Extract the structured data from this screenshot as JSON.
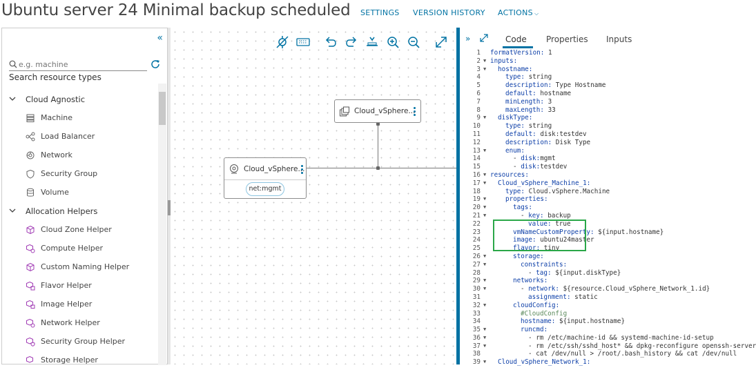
{
  "header": {
    "title": "Ubuntu server 24 Minimal backup scheduled",
    "links": {
      "settings": "SETTINGS",
      "version_history": "VERSION HISTORY",
      "actions": "ACTIONS"
    }
  },
  "left_panel": {
    "search": {
      "placeholder": "e.g. machine",
      "label": "Search resource types"
    },
    "groups": [
      {
        "label": "Cloud Agnostic",
        "items": [
          "Machine",
          "Load Balancer",
          "Network",
          "Security Group",
          "Volume"
        ]
      },
      {
        "label": "Allocation Helpers",
        "items": [
          "Cloud Zone Helper",
          "Compute Helper",
          "Custom Naming Helper",
          "Flavor Helper",
          "Image Helper",
          "Network Helper",
          "Security Group Helper",
          "Storage Helper"
        ]
      }
    ]
  },
  "canvas": {
    "network_node": {
      "title": "Cloud_vSphere..."
    },
    "machine_node": {
      "title": "Cloud_vSphere...",
      "network_tag": "net:mgmt"
    }
  },
  "right_panel": {
    "tabs": [
      "Code",
      "Properties",
      "Inputs"
    ],
    "active_tab": "Code",
    "code_lines": [
      {
        "n": "1",
        "fold": false,
        "i": 0,
        "t": "formatVersion: 1"
      },
      {
        "n": "2",
        "fold": true,
        "i": 0,
        "t": "inputs:"
      },
      {
        "n": "3",
        "fold": true,
        "i": 1,
        "t": "hostname:"
      },
      {
        "n": "4",
        "fold": false,
        "i": 2,
        "t": "type: string"
      },
      {
        "n": "5",
        "fold": false,
        "i": 2,
        "t": "description: Type Hostname"
      },
      {
        "n": "6",
        "fold": false,
        "i": 2,
        "t": "default: hostname"
      },
      {
        "n": "7",
        "fold": false,
        "i": 2,
        "t": "minLength: 3"
      },
      {
        "n": "8",
        "fold": false,
        "i": 2,
        "t": "maxLength: 33"
      },
      {
        "n": "9",
        "fold": true,
        "i": 1,
        "t": "diskType:"
      },
      {
        "n": "10",
        "fold": false,
        "i": 2,
        "t": "type: string"
      },
      {
        "n": "11",
        "fold": false,
        "i": 2,
        "t": "default: disk:testdev"
      },
      {
        "n": "12",
        "fold": false,
        "i": 2,
        "t": "description: Disk Type"
      },
      {
        "n": "13",
        "fold": true,
        "i": 2,
        "t": "enum:"
      },
      {
        "n": "14",
        "fold": false,
        "i": 3,
        "t": "- disk:mgmt"
      },
      {
        "n": "15",
        "fold": false,
        "i": 3,
        "t": "- disk:testdev"
      },
      {
        "n": "16",
        "fold": true,
        "i": 0,
        "t": "resources:"
      },
      {
        "n": "17",
        "fold": true,
        "i": 1,
        "t": "Cloud_vSphere_Machine_1:"
      },
      {
        "n": "18",
        "fold": false,
        "i": 2,
        "t": "type: Cloud.vSphere.Machine"
      },
      {
        "n": "19",
        "fold": true,
        "i": 2,
        "t": "properties:"
      },
      {
        "n": "20",
        "fold": true,
        "i": 3,
        "t": "tags:"
      },
      {
        "n": "21",
        "fold": true,
        "i": 4,
        "t": "- key: backup"
      },
      {
        "n": "22",
        "fold": false,
        "i": 5,
        "t": "value: true"
      },
      {
        "n": "23",
        "fold": false,
        "i": 3,
        "t": "vmNameCustomProperty: ${input.hostname}"
      },
      {
        "n": "24",
        "fold": false,
        "i": 3,
        "t": "image: ubuntu24master"
      },
      {
        "n": "25",
        "fold": false,
        "i": 3,
        "t": "flavor: tiny"
      },
      {
        "n": "26",
        "fold": true,
        "i": 3,
        "t": "storage:"
      },
      {
        "n": "27",
        "fold": true,
        "i": 4,
        "t": "constraints:"
      },
      {
        "n": "28",
        "fold": false,
        "i": 5,
        "t": "- tag: ${input.diskType}"
      },
      {
        "n": "29",
        "fold": true,
        "i": 3,
        "t": "networks:"
      },
      {
        "n": "30",
        "fold": true,
        "i": 4,
        "t": "- network: ${resource.Cloud_vSphere_Network_1.id}"
      },
      {
        "n": "31",
        "fold": false,
        "i": 5,
        "t": "assignment: static"
      },
      {
        "n": "32",
        "fold": true,
        "i": 3,
        "t": "cloudConfig:"
      },
      {
        "n": "33",
        "fold": false,
        "i": 4,
        "t": "#CloudConfig"
      },
      {
        "n": "34",
        "fold": false,
        "i": 4,
        "t": "hostname: ${input.hostname}"
      },
      {
        "n": "35",
        "fold": true,
        "i": 4,
        "t": "runcmd:"
      },
      {
        "n": "36",
        "fold": true,
        "i": 5,
        "t": "- rm /etc/machine-id && systemd-machine-id-setup"
      },
      {
        "n": "37",
        "fold": true,
        "i": 5,
        "t": "- rm /etc/ssh/sshd_host* && dpkg-reconfigure openssh-server"
      },
      {
        "n": "38",
        "fold": false,
        "i": 5,
        "t": "- cat /dev/null > /root/.bash_history && cat /dev/null"
      },
      {
        "n": "39",
        "fold": true,
        "i": 1,
        "t": "Cloud_vSphere_Network_1:"
      }
    ]
  },
  "colors": {
    "accent": "#0072a3",
    "highlight": "#2aa748"
  }
}
